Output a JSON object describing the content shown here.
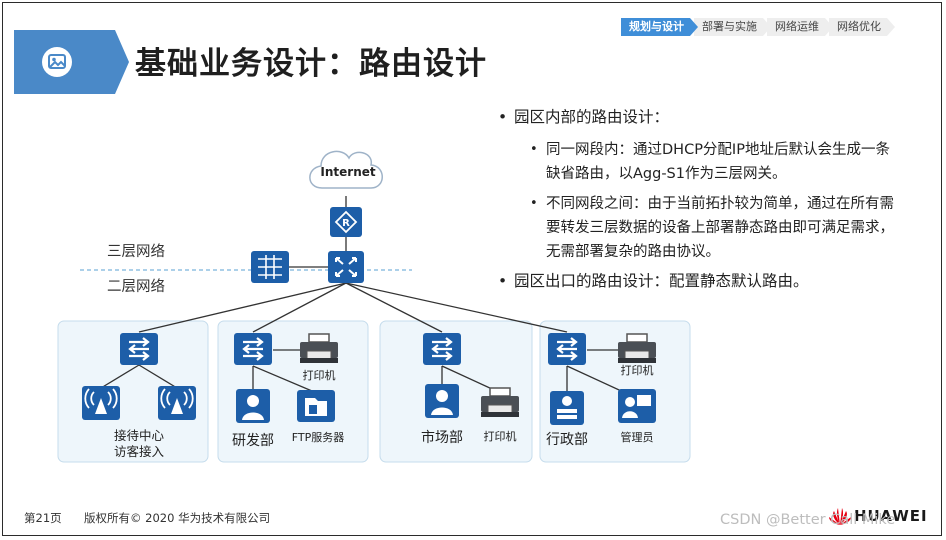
{
  "steps": [
    {
      "label": "规划与设计",
      "active": true
    },
    {
      "label": "部署与实施",
      "active": false
    },
    {
      "label": "网络运维",
      "active": false
    },
    {
      "label": "网络优化",
      "active": false
    }
  ],
  "title": "基础业务设计：路由设计",
  "diagram": {
    "internet_label": "Internet",
    "layer3_label": "三层网络",
    "layer2_label": "二层网络",
    "groups": [
      {
        "device_labels": [
          "接待中心",
          "访客接入"
        ]
      },
      {
        "device_labels": [
          "研发部",
          "打印机",
          "FTP服务器"
        ]
      },
      {
        "device_labels": [
          "市场部",
          "打印机"
        ]
      },
      {
        "device_labels": [
          "行政部",
          "打印机",
          "管理员"
        ]
      }
    ]
  },
  "bullets": [
    {
      "text": "园区内部的路由设计：",
      "level": 1
    },
    {
      "text": "同一网段内：通过DHCP分配IP地址后默认会生成一条缺省路由，以Agg-S1作为三层网关。",
      "level": 2
    },
    {
      "text": "不同网段之间：由于当前拓扑较为简单，通过在所有需要转发三层数据的设备上部署静态路由即可满足需求，无需部署复杂的路由协议。",
      "level": 2
    },
    {
      "text": "园区出口的路由设计：配置静态默认路由。",
      "level": 1
    }
  ],
  "footer": {
    "page": "第21页",
    "copyright": "版权所有© 2020 华为技术有限公司",
    "brand": "HUAWEI",
    "watermark": "CSDN @Better Call Mike"
  },
  "colors": {
    "accent": "#4a89c8",
    "device": "#1d5ea8",
    "group_bg": "#eef6fb",
    "group_border": "#c5dcec",
    "step_active": "#3f8ed8"
  }
}
